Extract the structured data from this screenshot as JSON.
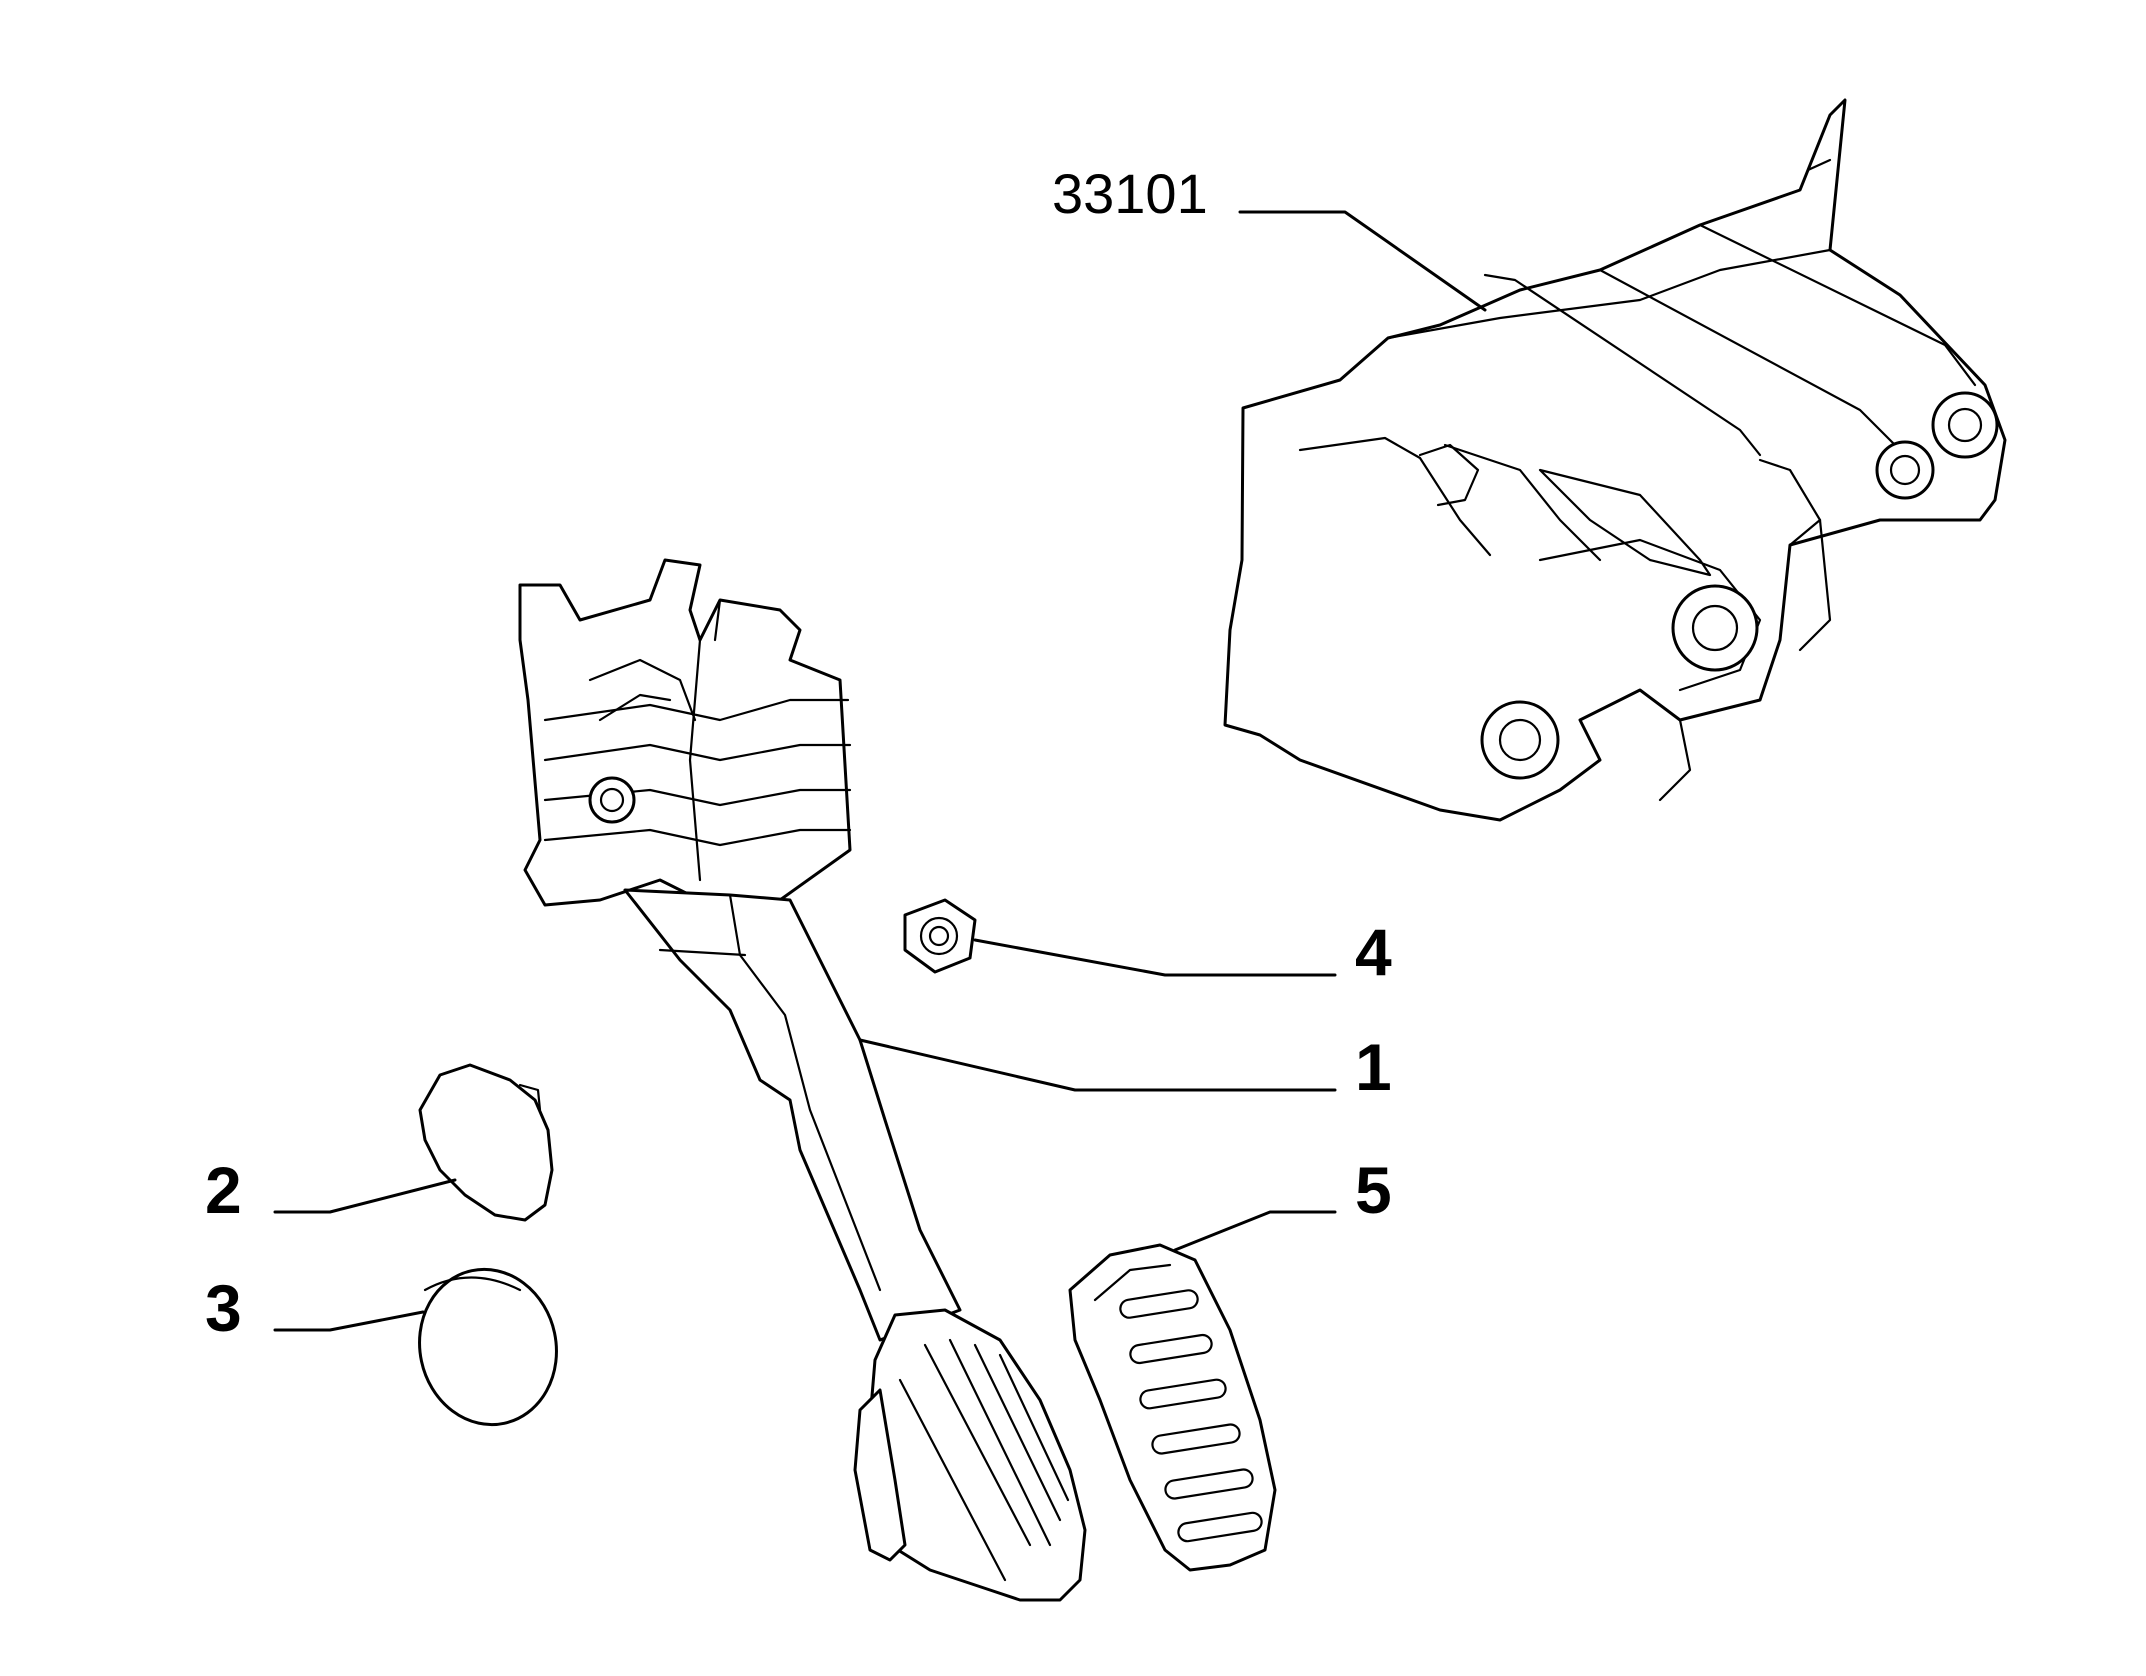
{
  "diagram": {
    "callouts": [
      {
        "id": "ref-assembly",
        "label": "33101"
      },
      {
        "id": "pedal",
        "label": "1"
      },
      {
        "id": "cap-small",
        "label": "2"
      },
      {
        "id": "cap-round",
        "label": "3"
      },
      {
        "id": "nut",
        "label": "4"
      },
      {
        "id": "pad",
        "label": "5"
      }
    ]
  }
}
